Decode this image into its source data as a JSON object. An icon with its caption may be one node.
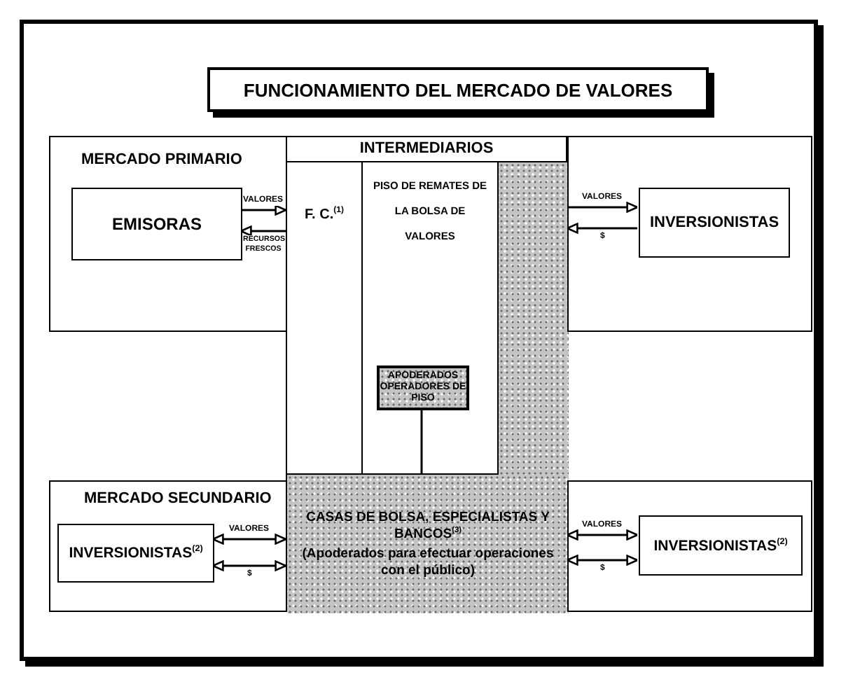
{
  "diagram": {
    "title": "FUNCIONAMIENTO DEL MERCADO DE VALORES",
    "nodes": [
      {
        "text": [
          "MERCADO PRIMARIO"
        ]
      },
      {
        "text": [
          "EMISORAS"
        ],
        "in": 0
      },
      {
        "text": [
          "INTERMEDIARIOS"
        ]
      },
      {
        "text": [
          "F. C.$^{(1)}$"
        ],
        "in": 2
      },
      {
        "text": [
          "PISO DE REMATES DE LA BOLSA DE VALORES"
        ],
        "in": 2
      },
      {
        "text": [
          "APODERADOS OPERADORES DE PISO"
        ],
        "in": 4
      },
      {
        "text": [],
        "shape": "bar",
        "in": 2
      },
      {
        "text": [
          "CASAS DE BOLSA, ESPECIALISTAS Y BANCOS$^{(3)}$",
          "(Apoderados para efectuar operaciones con el público)"
        ],
        "in": 2
      },
      {
        "text": [],
        "shape": "box"
      },
      {
        "text": [
          "INVERSIONISTAS"
        ],
        "in": 8
      },
      {
        "text": [
          "MERCADO SECUNDARIO"
        ]
      },
      {
        "text": [
          "INVERSIONISTAS$^{(2)}$"
        ],
        "in": 10
      },
      {
        "text": [],
        "shape": "box"
      },
      {
        "text": [
          "INVERSIONISTAS$^{(2)}$"
        ],
        "in": 12
      }
    ],
    "edges": [
      {
        "from": 1,
        "to": 3,
        "arrow": "to",
        "label": "VALORES"
      },
      {
        "from": 3,
        "to": 1,
        "arrow": "to",
        "label": "RECURSOS FRESCOS"
      },
      {
        "from": 6,
        "to": 9,
        "arrow": "to",
        "label": "VALORES"
      },
      {
        "from": 9,
        "to": 6,
        "arrow": "to",
        "label": "$"
      },
      {
        "from": 5,
        "to": 7,
        "arrow": "none"
      },
      {
        "from": 11,
        "to": 7,
        "arrow": "both",
        "label": "VALORES"
      },
      {
        "from": 11,
        "to": 7,
        "arrow": "both",
        "label": "$"
      },
      {
        "from": 7,
        "to": 13,
        "arrow": "both",
        "label": "VALORES"
      },
      {
        "from": 7,
        "to": 13,
        "arrow": "both",
        "label": "$"
      }
    ]
  }
}
